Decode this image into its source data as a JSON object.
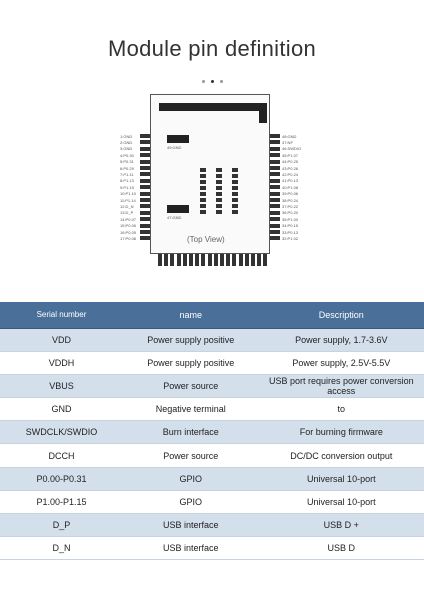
{
  "title": "Module pin definition",
  "diagram": {
    "top_view_label": "(Top View)",
    "left_pins": [
      "1:GND",
      "2:GND",
      "3:GND",
      "4:P0.30",
      "5:P0.31",
      "6:P0.29",
      "7:P1.11",
      "8:P1.13",
      "9:P1.15",
      "10:P1.10",
      "11:P1.14",
      "12:D_N",
      "13:D_P",
      "14:P0.07",
      "15:P0.06",
      "16:P0.05",
      "17:P0.08"
    ],
    "right_pins": [
      "48:GND",
      "47:NF",
      "46:SWDIO",
      "45:P1.07",
      "44:P0.25",
      "43:P0.26",
      "42:P0.24",
      "41:P0.13",
      "40:P1.08",
      "39:P0.06",
      "38:P0.24",
      "37:P0.22",
      "36:P0.20",
      "35:P1.00",
      "34:P0.15",
      "33:P0.13",
      "32:P1.02"
    ],
    "center_left_pad": "49:GND",
    "center_left_pad2": "47:GND"
  },
  "table": {
    "headers": [
      "Serial number",
      "name",
      "Description"
    ],
    "rows": [
      {
        "serial": "VDD",
        "name": "Power supply positive",
        "desc": "Power supply, 1.7-3.6V"
      },
      {
        "serial": "VDDH",
        "name": "Power supply positive",
        "desc": "Power supply, 2.5V-5.5V"
      },
      {
        "serial": "VBUS",
        "name": "Power source",
        "desc": "USB port requires power conversion access"
      },
      {
        "serial": "GND",
        "name": "Negative terminal",
        "desc": "to"
      },
      {
        "serial": "SWDCLK/SWDIO",
        "name": "Burn interface",
        "desc": "For burning firmware"
      },
      {
        "serial": "DCCH",
        "name": "Power source",
        "desc": "DC/DC conversion output"
      },
      {
        "serial": "P0.00-P0.31",
        "name": "GPIO",
        "desc": "Universal 10-port"
      },
      {
        "serial": "P1.00-P1.15",
        "name": "GPIO",
        "desc": "Universal 10-port"
      },
      {
        "serial": "D_P",
        "name": "USB interface",
        "desc": "USB D +"
      },
      {
        "serial": "D_N",
        "name": "USB interface",
        "desc": "USB D"
      }
    ]
  }
}
